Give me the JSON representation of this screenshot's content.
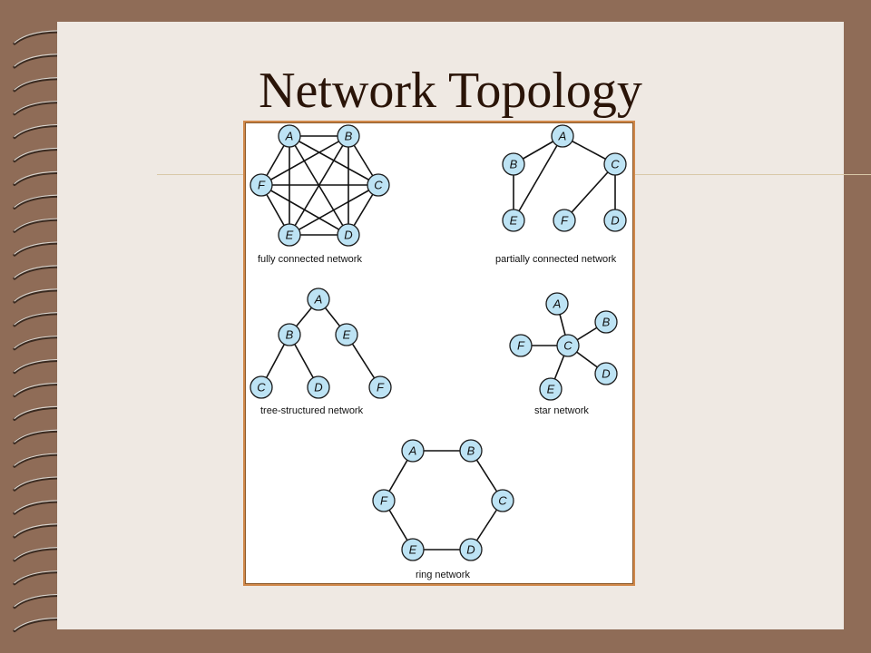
{
  "slide": {
    "title": "Network Topology"
  },
  "colors": {
    "node_fill": "#bde3f4",
    "frame_border": "#d0884a",
    "background": "#8f6c57"
  },
  "topologies": [
    {
      "id": "fully-connected",
      "caption": "fully connected network",
      "nodes": [
        "A",
        "B",
        "C",
        "D",
        "E",
        "F"
      ],
      "edges": [
        [
          "A",
          "B"
        ],
        [
          "A",
          "C"
        ],
        [
          "A",
          "D"
        ],
        [
          "A",
          "E"
        ],
        [
          "A",
          "F"
        ],
        [
          "B",
          "C"
        ],
        [
          "B",
          "D"
        ],
        [
          "B",
          "E"
        ],
        [
          "B",
          "F"
        ],
        [
          "C",
          "D"
        ],
        [
          "C",
          "E"
        ],
        [
          "C",
          "F"
        ],
        [
          "D",
          "E"
        ],
        [
          "D",
          "F"
        ],
        [
          "E",
          "F"
        ]
      ]
    },
    {
      "id": "partially-connected",
      "caption": "partially connected network",
      "nodes": [
        "A",
        "B",
        "C",
        "D",
        "E",
        "F"
      ],
      "edges": [
        [
          "A",
          "B"
        ],
        [
          "A",
          "E"
        ],
        [
          "A",
          "C"
        ],
        [
          "B",
          "E"
        ],
        [
          "C",
          "F"
        ],
        [
          "C",
          "D"
        ]
      ]
    },
    {
      "id": "tree-structured",
      "caption": "tree-structured network",
      "nodes": [
        "A",
        "B",
        "C",
        "D",
        "E",
        "F"
      ],
      "edges": [
        [
          "A",
          "B"
        ],
        [
          "A",
          "E"
        ],
        [
          "B",
          "C"
        ],
        [
          "B",
          "D"
        ],
        [
          "E",
          "F"
        ]
      ]
    },
    {
      "id": "star",
      "caption": "star network",
      "nodes": [
        "A",
        "B",
        "C",
        "D",
        "E",
        "F"
      ],
      "edges": [
        [
          "C",
          "A"
        ],
        [
          "C",
          "B"
        ],
        [
          "C",
          "D"
        ],
        [
          "C",
          "E"
        ],
        [
          "C",
          "F"
        ]
      ]
    },
    {
      "id": "ring",
      "caption": "ring network",
      "nodes": [
        "A",
        "B",
        "C",
        "D",
        "E",
        "F"
      ],
      "edges": [
        [
          "A",
          "B"
        ],
        [
          "B",
          "C"
        ],
        [
          "C",
          "D"
        ],
        [
          "D",
          "E"
        ],
        [
          "E",
          "F"
        ],
        [
          "F",
          "A"
        ]
      ]
    }
  ]
}
